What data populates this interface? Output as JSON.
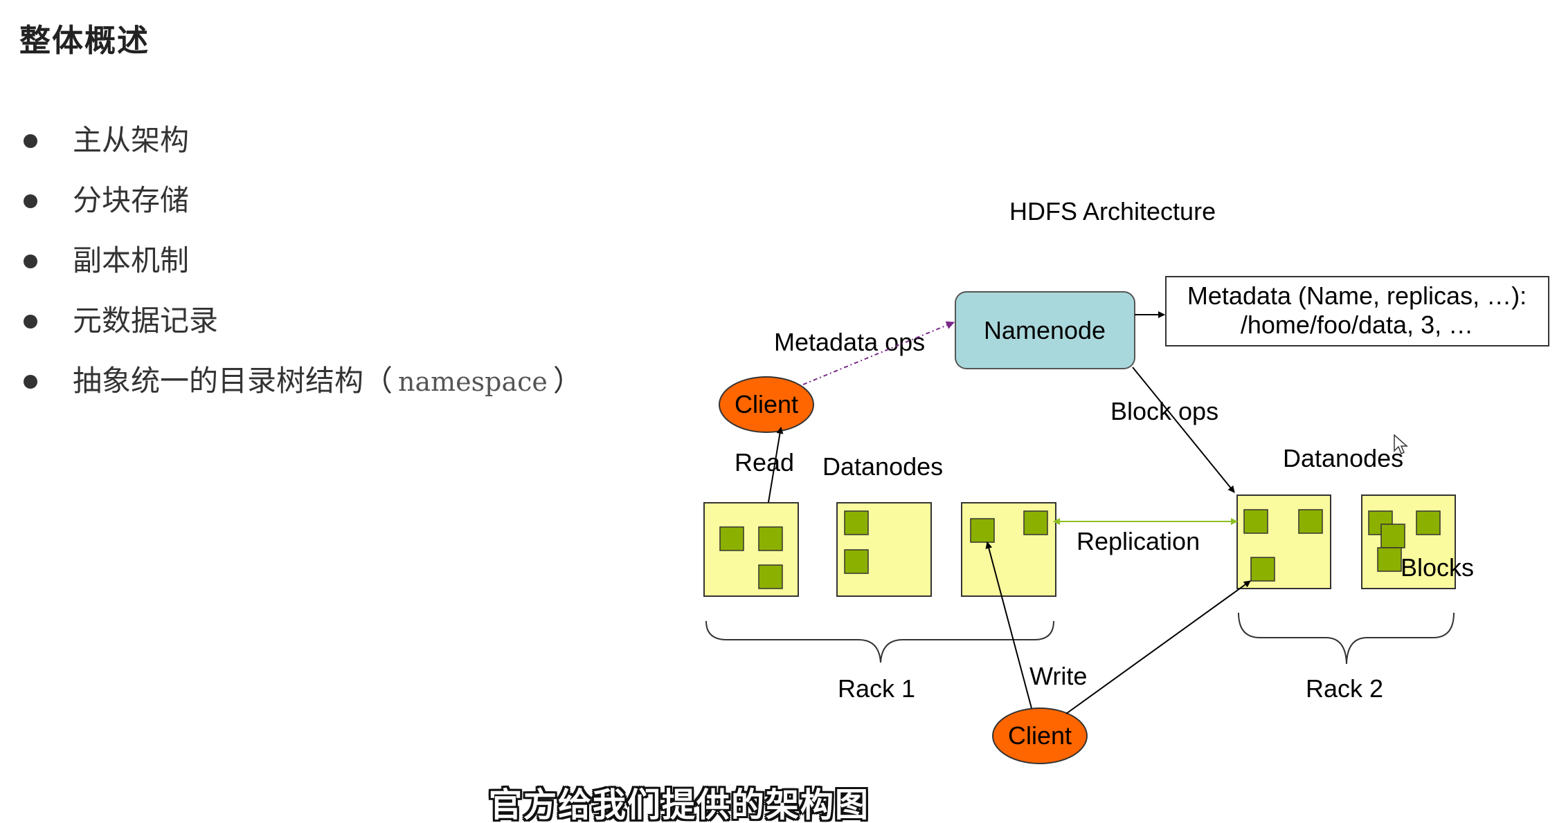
{
  "page": {
    "title": "整体概述",
    "bullets": [
      "主从架构",
      "分块存储",
      "副本机制",
      "元数据记录",
      "抽象统一的目录树结构（"
    ],
    "bullet_5_code": "namespace",
    "bullet_5_close": "）"
  },
  "diagram": {
    "title": "HDFS Architecture",
    "namenode": "Namenode",
    "metadata_line1": "Metadata (Name, replicas, …):",
    "metadata_line2": "/home/foo/data, 3, …",
    "metadata_ops": "Metadata ops",
    "block_ops": "Block ops",
    "client_top": "Client",
    "client_bottom": "Client",
    "read": "Read",
    "write": "Write",
    "replication": "Replication",
    "datanodes_left": "Datanodes",
    "datanodes_right": "Datanodes",
    "blocks": "Blocks",
    "rack1": "Rack 1",
    "rack2": "Rack 2"
  },
  "subtitle": "官方给我们提供的架构图",
  "colors": {
    "namenode_fill": "#a9d8dc",
    "datanode_fill": "#fafa9e",
    "block_fill": "#8cb000",
    "client_fill": "#ff6600",
    "metadata_ops_arrow": "#7a2a8a",
    "replication_arrow": "#8cc020"
  }
}
